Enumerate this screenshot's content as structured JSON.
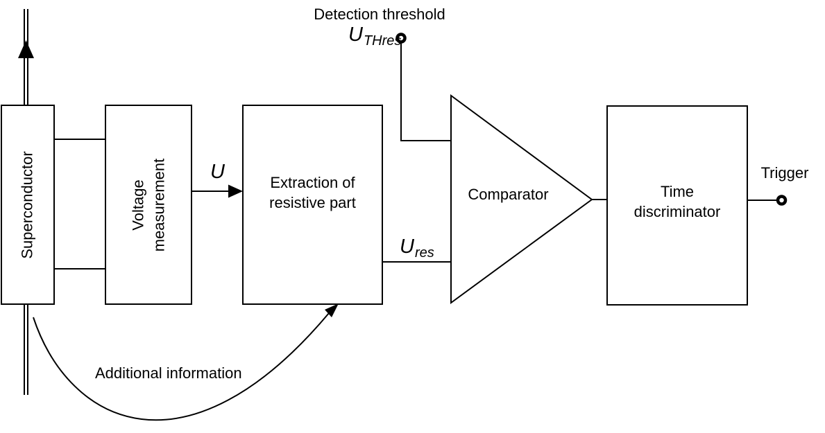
{
  "colors": {
    "ink": "#000000",
    "paper": "#ffffff"
  },
  "blocks": {
    "superconductor": {
      "label": "Superconductor"
    },
    "voltage_measurement": {
      "line1": "Voltage",
      "line2": "measurement"
    },
    "extraction": {
      "line1": "Extraction of",
      "line2": "resistive part"
    },
    "comparator": {
      "label": "Comparator"
    },
    "time_discriminator": {
      "line1": "Time",
      "line2": "discriminator"
    }
  },
  "signals": {
    "u": "U",
    "u_res": {
      "base": "U",
      "sub": "res"
    },
    "u_thres": {
      "base": "U",
      "sub": "THres"
    },
    "detection_threshold": "Detection threshold",
    "additional_information": "Additional information",
    "trigger": "Trigger"
  }
}
